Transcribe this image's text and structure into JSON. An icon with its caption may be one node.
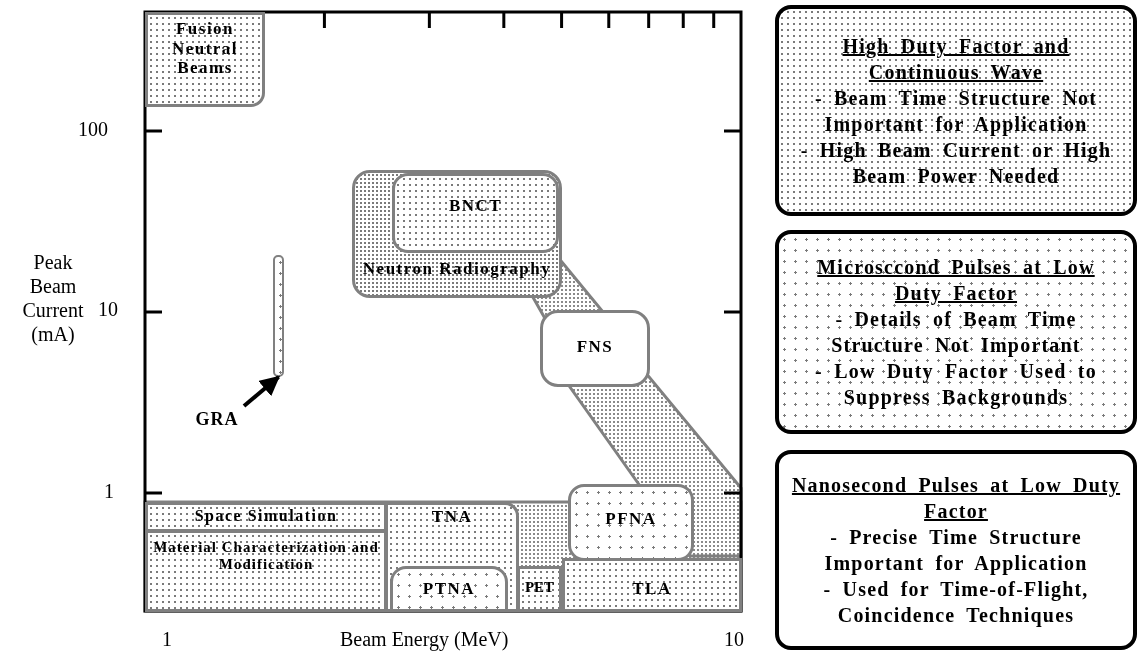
{
  "diagram": {
    "nodes": [
      {
        "text": [
          "Fusion Neutral Beams"
        ]
      },
      {
        "text": [
          "Neutron Radiography"
        ]
      },
      {
        "text": [
          "BNCT"
        ],
        "in": 1
      },
      {
        "text": [
          "FNS"
        ]
      },
      {
        "text": [
          "Space Simulation"
        ]
      },
      {
        "text": [
          "TNA"
        ]
      },
      {
        "text": [
          "Material Characterization and Modification"
        ]
      },
      {
        "text": [
          "PTNA"
        ],
        "in": 5
      },
      {
        "text": [
          "PET"
        ]
      },
      {
        "text": [
          "PFNA"
        ]
      },
      {
        "text": [
          "TLA"
        ]
      },
      {
        "text": [
          "GRA"
        ]
      },
      {
        "text": [],
        "shape": "bar"
      },
      {
        "text": [
          "High Duty Factor and Continuous Wave",
          "- Beam Time Structure Not Important for Application",
          "- High Beam Current or High Beam Power Needed"
        ]
      },
      {
        "text": [
          "Microsccond Pulses at Low Duty Factor",
          "- Details of Beam Time Structure Not Important",
          "- Low Duty Factor Used to Suppress Backgrounds"
        ]
      },
      {
        "text": [
          "Nanosecond Pulses at Low Duty Factor",
          "- Precise Time Structure Important for Application",
          "- Used for Time-of-Flight, Coincidence Techniques"
        ]
      }
    ],
    "edges": [
      {
        "from": 11,
        "to": 12,
        "arrow": "to"
      }
    ],
    "labels": [
      "100",
      "Peak Beam Current (mA)",
      "10",
      "1",
      "1",
      "Beam Energy (MeV)",
      "10"
    ]
  }
}
